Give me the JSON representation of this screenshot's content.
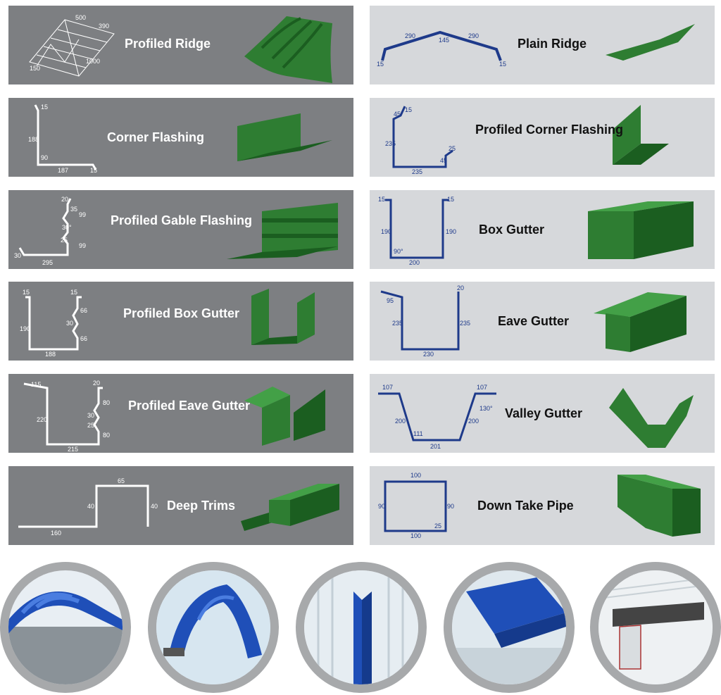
{
  "colors": {
    "dark_panel": "#7d7f82",
    "light_panel": "#d6d8db",
    "product_green": "#2e7d32",
    "diagram_blue": "#1e3a8a",
    "photo_blue": "#1f4fb8"
  },
  "products": {
    "profiled_ridge": {
      "label": "Profiled Ridge",
      "dims": [
        "150",
        "500",
        "390",
        "1000"
      ]
    },
    "plain_ridge": {
      "label": "Plain Ridge",
      "dims": [
        "290",
        "145",
        "290",
        "15",
        "15"
      ]
    },
    "corner_flashing": {
      "label": "Corner Flashing",
      "dims": [
        "15",
        "188",
        "90",
        "187",
        "15"
      ]
    },
    "profiled_corner_flashing": {
      "label": "Profiled Corner Flashing",
      "dims": [
        "15",
        "45",
        "235",
        "235",
        "45",
        "25"
      ]
    },
    "profiled_gable_flashing": {
      "label": "Profiled Gable Flashing",
      "dims": [
        "20",
        "35",
        "99",
        "30°",
        "25",
        "99",
        "30",
        "295"
      ]
    },
    "box_gutter": {
      "label": "Box Gutter",
      "dims": [
        "15",
        "15",
        "190",
        "190",
        "90°",
        "200"
      ]
    },
    "profiled_box_gutter": {
      "label": "Profiled Box Gutter",
      "dims": [
        "15",
        "15",
        "190",
        "66",
        "30",
        "66",
        "188"
      ]
    },
    "eave_gutter": {
      "label": "Eave Gutter",
      "dims": [
        "95",
        "20",
        "235",
        "235",
        "230"
      ]
    },
    "profiled_eave_gutter": {
      "label": "Profiled Eave Gutter",
      "dims": [
        "115",
        "20",
        "220",
        "80",
        "30",
        "25",
        "80",
        "215"
      ]
    },
    "valley_gutter": {
      "label": "Valley Gutter",
      "dims": [
        "107",
        "107",
        "200",
        "111",
        "200",
        "130°",
        "201"
      ]
    },
    "deep_trims": {
      "label": "Deep Trims",
      "dims": [
        "65",
        "40",
        "40",
        "160"
      ]
    },
    "down_take_pipe": {
      "label": "Down Take Pipe",
      "dims": [
        "100",
        "90",
        "90",
        "25",
        "100"
      ]
    }
  }
}
